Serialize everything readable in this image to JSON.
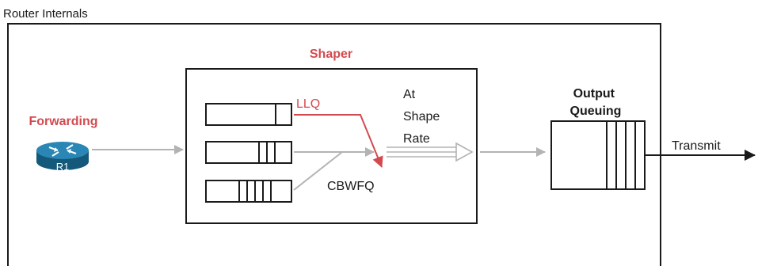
{
  "router_internals_label": "Router Internals",
  "forwarding": {
    "label": "Forwarding",
    "router_name": "R1"
  },
  "shaper": {
    "label": "Shaper",
    "llq_label": "LLQ",
    "cbwfq_label": "CBWFQ",
    "rate_label_lines": [
      "At",
      "Shape",
      "Rate"
    ]
  },
  "output_queuing": {
    "label_lines": [
      "Output",
      "Queuing"
    ]
  },
  "transmit_label": "Transmit",
  "colors": {
    "accent_red": "#d24a4f",
    "router_blue": "#1b6b93",
    "arrow_gray": "#b3b3b3",
    "border": "#1a1a1a"
  }
}
